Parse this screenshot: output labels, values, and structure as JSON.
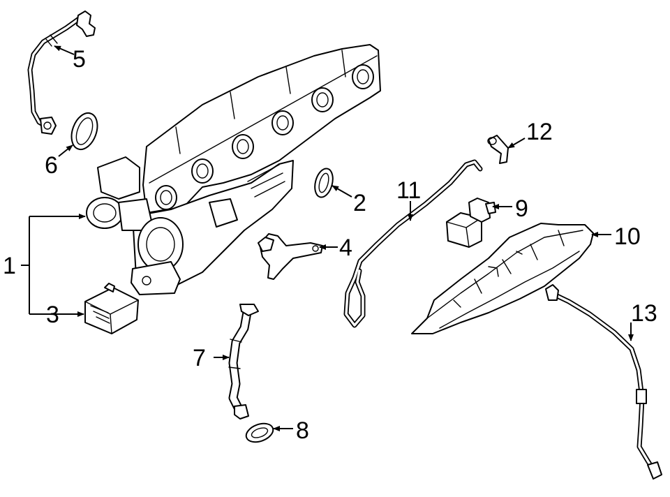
{
  "callouts": {
    "c1": "1",
    "c2": "2",
    "c3": "3",
    "c4": "4",
    "c5": "5",
    "c6": "6",
    "c7": "7",
    "c8": "8",
    "c9": "9",
    "c10": "10",
    "c11": "11",
    "c12": "12",
    "c13": "13"
  },
  "style": {
    "line_color": "#000000",
    "background": "#ffffff"
  }
}
